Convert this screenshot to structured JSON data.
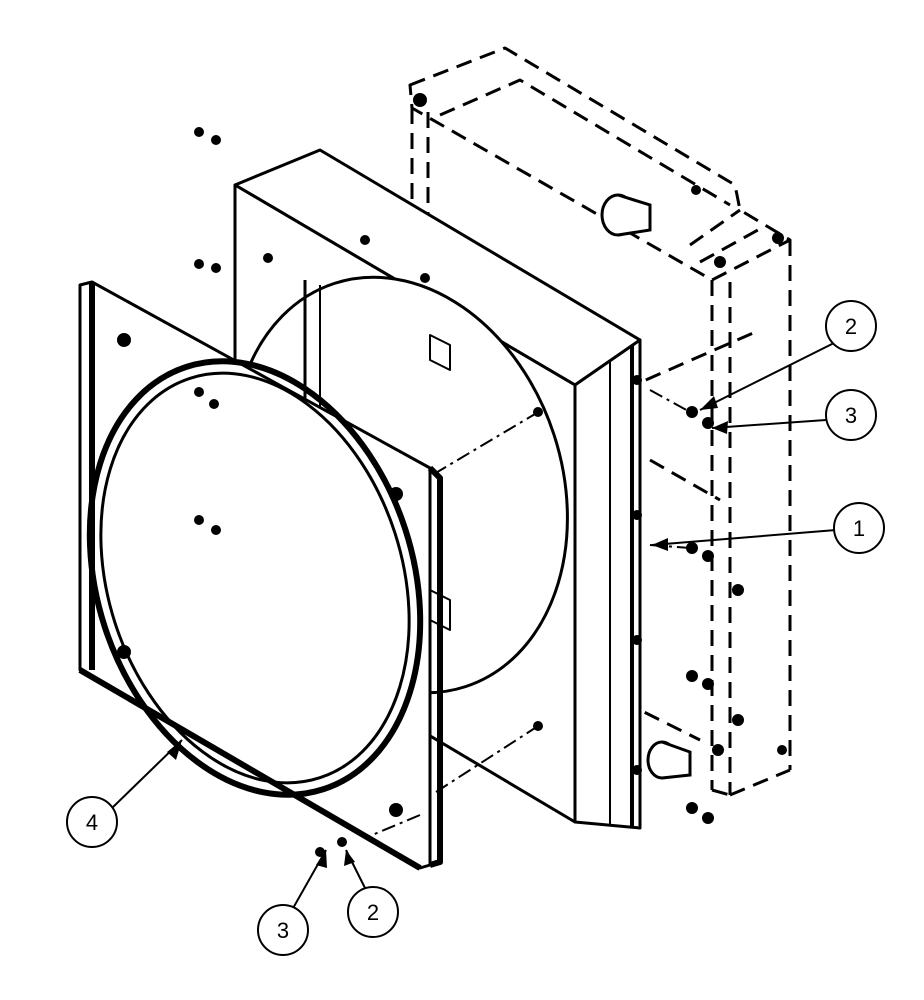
{
  "diagram": {
    "colors": {
      "line": "#000000",
      "paper": "#ffffff"
    },
    "callouts": [
      {
        "id": "c2_upper",
        "label": "2"
      },
      {
        "id": "c3_upper",
        "label": "3"
      },
      {
        "id": "c1",
        "label": "1"
      },
      {
        "id": "c4",
        "label": "4"
      },
      {
        "id": "c3_lower",
        "label": "3"
      },
      {
        "id": "c2_lower",
        "label": "2"
      }
    ]
  }
}
